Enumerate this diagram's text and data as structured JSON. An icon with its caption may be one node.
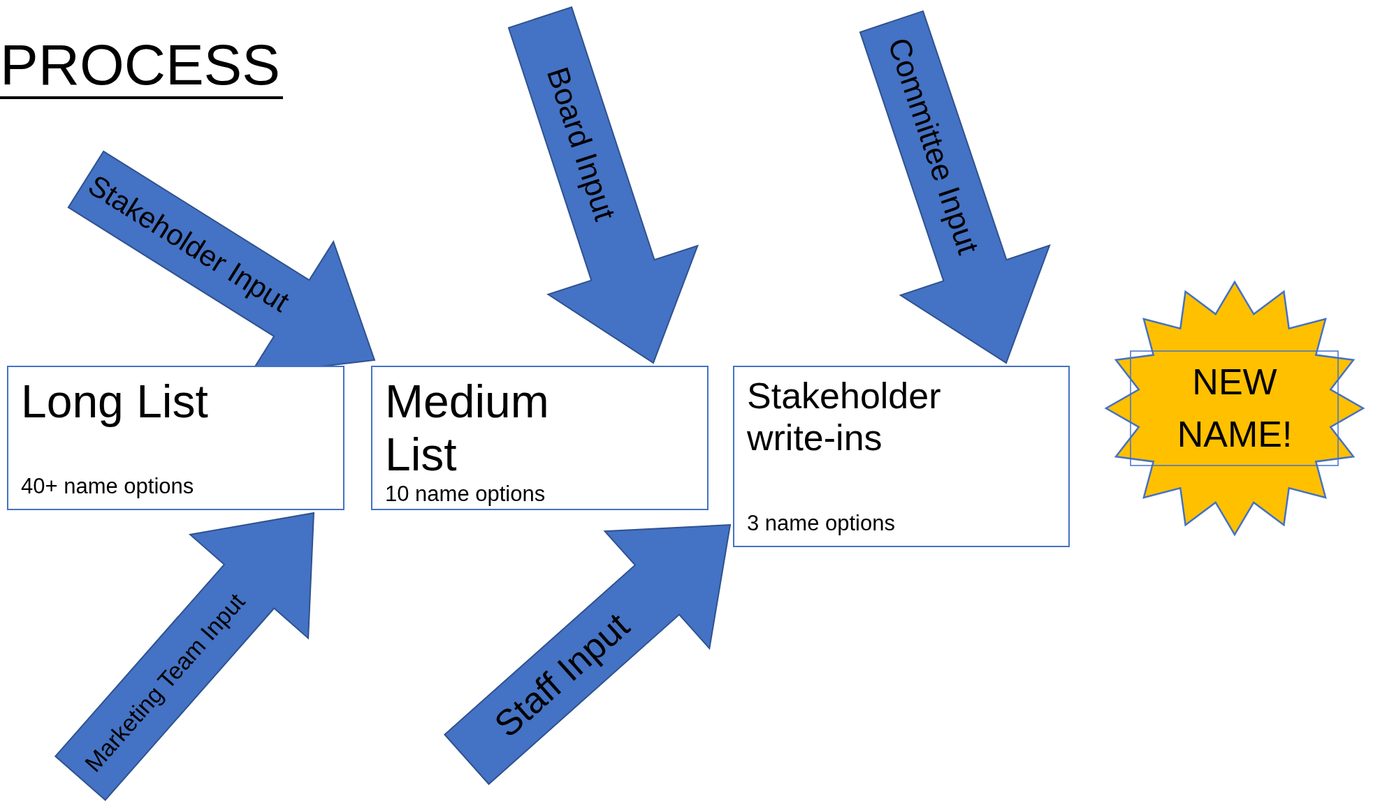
{
  "diagram": {
    "title": "PROCESS",
    "nodes": [
      {
        "text": [
          "Long List",
          "40+ name options"
        ]
      },
      {
        "text": [
          "Medium List",
          "10 name options"
        ]
      },
      {
        "text": [
          "Stakeholder write-ins",
          "3 name options"
        ]
      },
      {
        "text": [
          "NEW NAME!"
        ]
      }
    ],
    "edges": [
      {
        "from": null,
        "to": 1,
        "arrow": "to",
        "label": "Stakeholder Input"
      },
      {
        "from": null,
        "to": 1,
        "arrow": "to",
        "label": "Board Input"
      },
      {
        "from": null,
        "to": 2,
        "arrow": "to",
        "label": "Committee Input"
      },
      {
        "from": null,
        "to": 0,
        "arrow": "to",
        "label": "Marketing Team Input"
      },
      {
        "from": null,
        "to": 2,
        "arrow": "to",
        "label": "Staff Input"
      }
    ]
  }
}
